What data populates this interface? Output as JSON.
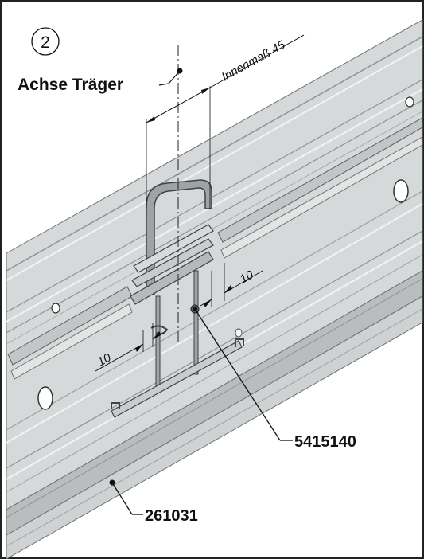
{
  "figure": {
    "step_number": "2",
    "labels": {
      "axis_label": "Achse Träger",
      "inner_dimension": "Innenmaß 45",
      "dim_left": "10",
      "dim_right": "10",
      "part_profile": "5415140",
      "part_rail": "261031"
    },
    "colors": {
      "metal_light": "#d9dcdc",
      "metal_mid": "#bfc3c4",
      "metal_dark": "#8e9394",
      "edge": "#5a5e60",
      "line": "#111111"
    }
  }
}
